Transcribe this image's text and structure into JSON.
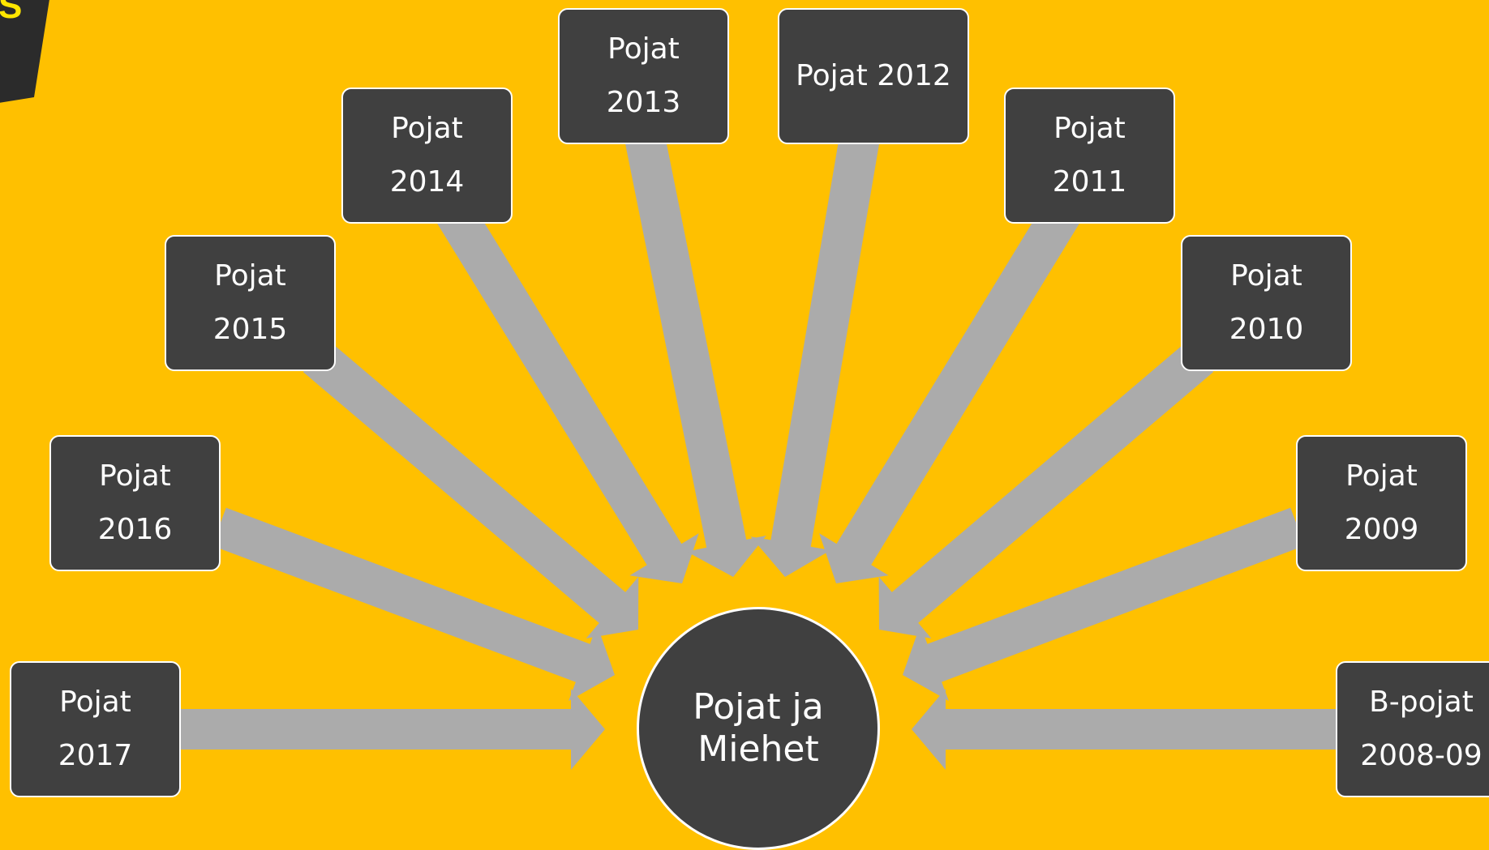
{
  "colors": {
    "background": "#FFC000",
    "node_fill": "#404040",
    "node_border": "#FFFFFF",
    "arrow": "#ABABAB",
    "logo_text": "#FFE600"
  },
  "logo": {
    "text": "S"
  },
  "hub": {
    "label": "Pojat ja\nMiehet"
  },
  "nodes": [
    {
      "id": "2017",
      "label": "Pojat\n2017"
    },
    {
      "id": "2016",
      "label": "Pojat\n2016"
    },
    {
      "id": "2015",
      "label": "Pojat\n2015"
    },
    {
      "id": "2014",
      "label": "Pojat\n2014"
    },
    {
      "id": "2013",
      "label": "Pojat\n2013"
    },
    {
      "id": "2012",
      "label": "Pojat 2012"
    },
    {
      "id": "2011",
      "label": "Pojat\n2011"
    },
    {
      "id": "2010",
      "label": "Pojat\n2010"
    },
    {
      "id": "2009",
      "label": "Pojat\n2009"
    },
    {
      "id": "b2008-09",
      "label": "B-pojat\n2008-09"
    }
  ]
}
